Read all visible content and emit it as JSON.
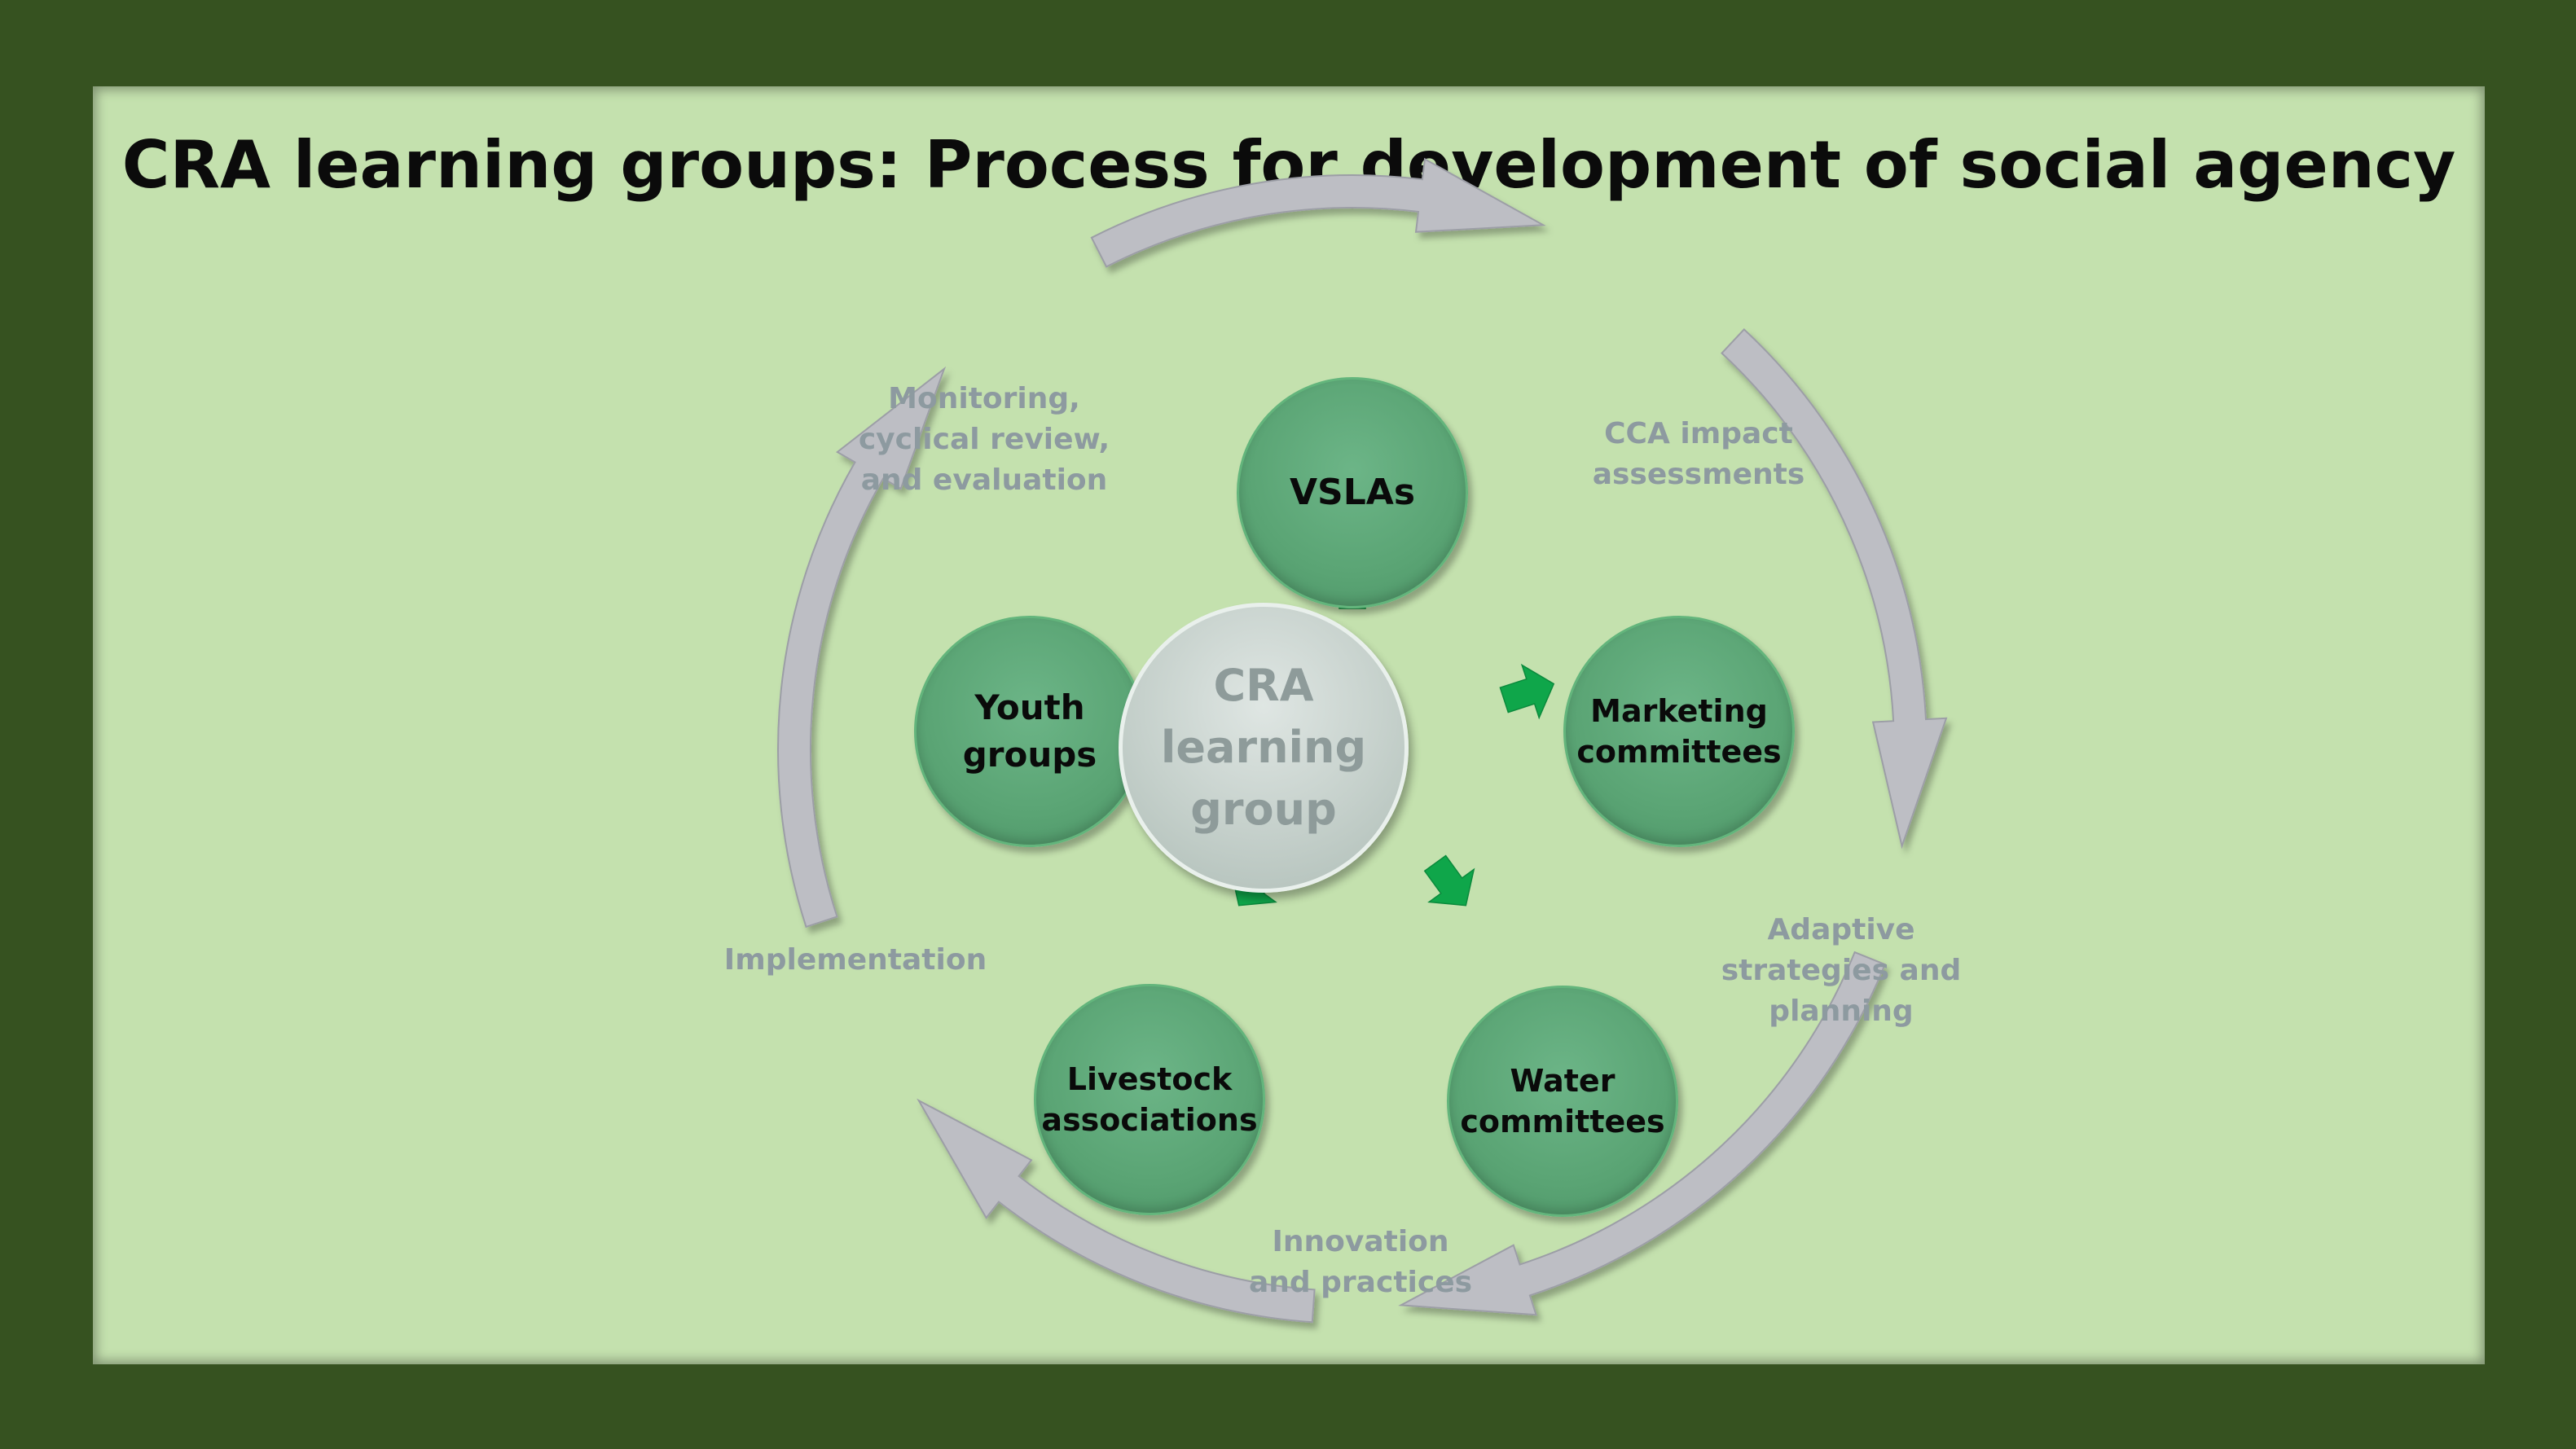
{
  "title": "CRA learning groups: Process for development of social agency",
  "hub": {
    "label": "CRA\nlearning\ngroup"
  },
  "nodes": {
    "vslas": "VSLAs",
    "marketing": "Marketing\ncommittees",
    "water": "Water\ncommittees",
    "livestock": "Livestock\nassociations",
    "youth": "Youth\ngroups"
  },
  "stages": {
    "cca": "CCA impact\nassessments",
    "adaptive": "Adaptive\nstrategies and\nplanning",
    "innovation": "Innovation\nand practices",
    "implementation": "Implementation",
    "monitoring": "Monitoring,\ncyclical review,\nand evaluation"
  },
  "colors": {
    "frame": "#365220",
    "slide": "#c4e1ae",
    "node": "#5aa474",
    "hub": "#c5d0cb",
    "spoke_arrow": "#0fa64a",
    "cycle_arrow": "#bdbec4",
    "stage_text": "#8d9aa0"
  },
  "icons": {
    "cycle_arrows": "curved-arrow-icon",
    "spokes": "block-arrow-icon"
  }
}
